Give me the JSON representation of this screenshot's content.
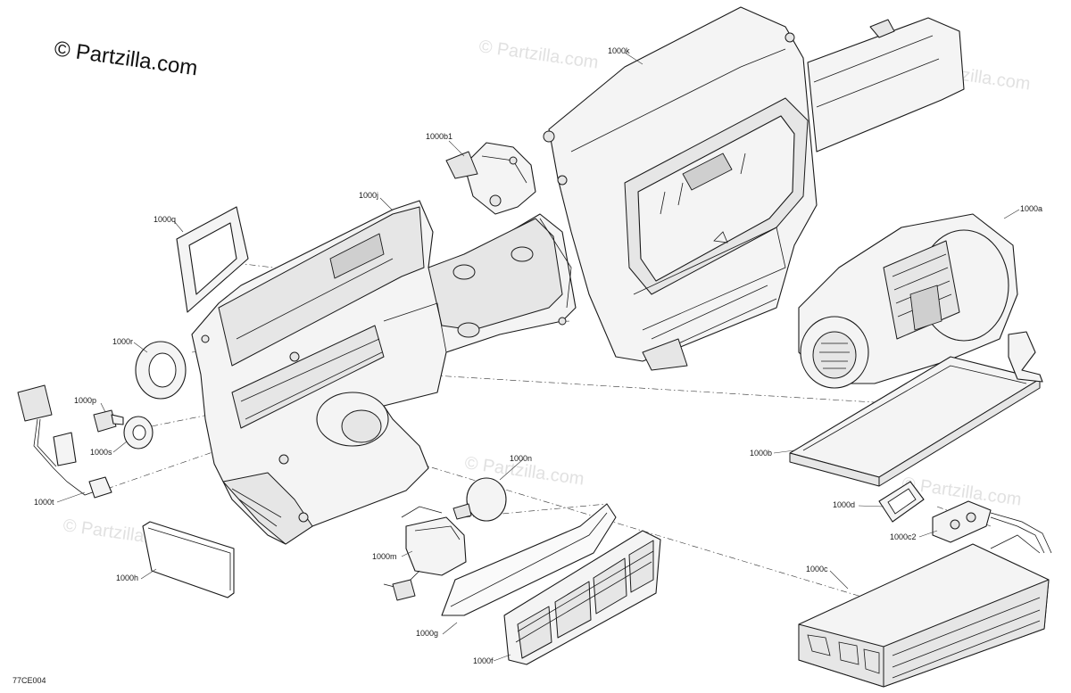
{
  "copyright_text": "© Partzilla.com",
  "watermark_text": "© Partzilla.com",
  "diagram_code": "77CE004",
  "part_labels": {
    "p1000k": "1000k",
    "p1000b1": "1000b1",
    "p1000j": "1000j",
    "p1000q": "1000q",
    "p1000a": "1000a",
    "p1000r": "1000r",
    "p1000p": "1000p",
    "p1000s": "1000s",
    "p1000t": "1000t",
    "p1000b": "1000b",
    "p1000n": "1000n",
    "p1000d": "1000d",
    "p1000c2": "1000c2",
    "p1000m": "1000m",
    "p1000c": "1000c",
    "p1000h": "1000h",
    "p1000g": "1000g",
    "p1000f": "1000f"
  }
}
